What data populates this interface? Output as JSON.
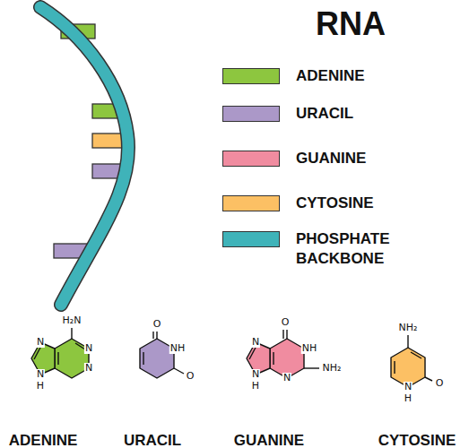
{
  "diagram": {
    "title": "RNA",
    "labels": [
      "H₂N",
      "N",
      "N",
      "N",
      "N",
      "H",
      "O",
      "NH",
      "O",
      "O",
      "NH",
      "NH₂",
      "N",
      "N",
      "N",
      "H",
      "NH₂",
      "O",
      "N",
      "H",
      "ADENINE",
      "URACIL",
      "GUANINE",
      "CYTOSINE"
    ],
    "legend": [
      {
        "text": "ADENINE",
        "color": "#8dc63f"
      },
      {
        "text": "URACIL",
        "color": "#ab98c8"
      },
      {
        "text": "GUANINE",
        "color": "#f08ca0"
      },
      {
        "text": "CYTOSINE",
        "color": "#fcc064"
      },
      {
        "text": "PHOSPHATE BACKBONE",
        "color": "#3fb3b9"
      }
    ]
  }
}
